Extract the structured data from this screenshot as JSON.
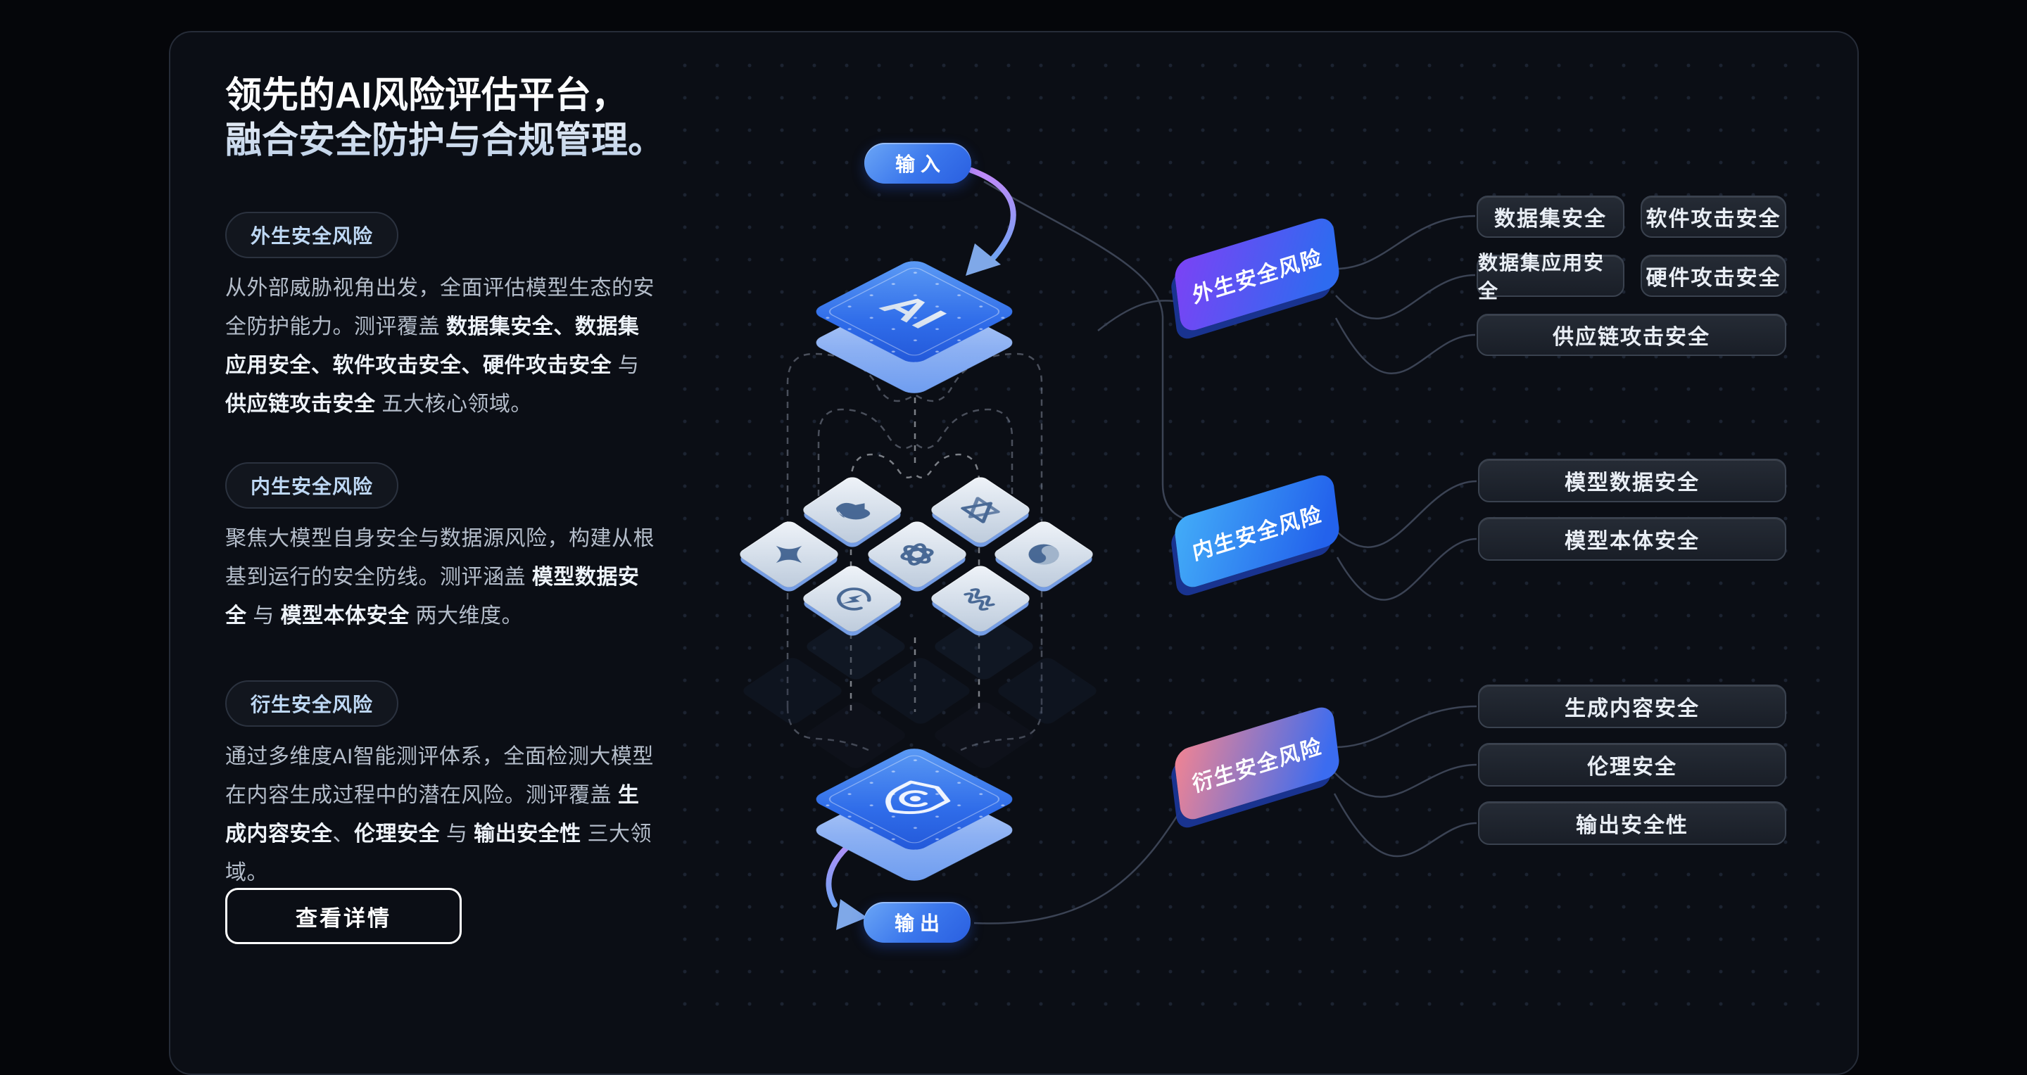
{
  "hero": {
    "title_lines": [
      "领先的AI风险评估平台，",
      "融合安全防护与合规管理。"
    ]
  },
  "sections": [
    {
      "badge": "外生安全风险",
      "runs": [
        {
          "t": "从外部威胁视角出发，全面评估模型生态的安全防护能力。测评覆盖 "
        },
        {
          "t": "数据集安全、数据集应用安全、软件攻击安全、硬件攻击安全",
          "b": true
        },
        {
          "t": " 与 "
        },
        {
          "t": "供应链攻击安全",
          "b": true
        },
        {
          "t": " 五大核心领域。"
        }
      ]
    },
    {
      "badge": "内生安全风险",
      "runs": [
        {
          "t": "聚焦大模型自身安全与数据源风险，构建从根基到运行的安全防线。测评涵盖 "
        },
        {
          "t": "模型数据安全",
          "b": true
        },
        {
          "t": " 与 "
        },
        {
          "t": "模型本体安全",
          "b": true
        },
        {
          "t": " 两大维度。"
        }
      ]
    },
    {
      "badge": "衍生安全风险",
      "runs": [
        {
          "t": "通过多维度AI智能测评体系，全面检测大模型在内容生成过程中的潜在风险。测评覆盖 "
        },
        {
          "t": "生成内容安全",
          "b": true
        },
        {
          "t": "、"
        },
        {
          "t": "伦理安全",
          "b": true
        },
        {
          "t": " 与 "
        },
        {
          "t": "输出安全性",
          "b": true
        },
        {
          "t": " 三大领域。"
        }
      ]
    }
  ],
  "cta": {
    "label": "查看详情"
  },
  "diagram": {
    "input_label": "输入",
    "ai_label": "AI",
    "output_label": "输出",
    "model_logos": [
      "four-point-star",
      "whale",
      "interlocked-triangles",
      "knot",
      "swirl",
      "orbit-bolt",
      "waveform"
    ]
  },
  "risk_groups": [
    {
      "label": "外生安全风险",
      "gradient": [
        "#7c42f5",
        "#2e6bf0"
      ],
      "items": [
        "数据集安全",
        "软件攻击安全",
        "数据集应用安全",
        "硬件攻击安全",
        "供应链攻击安全"
      ]
    },
    {
      "label": "内生安全风险",
      "gradient": [
        "#43adf8",
        "#2362ec"
      ],
      "items": [
        "模型数据安全",
        "模型本体安全"
      ]
    },
    {
      "label": "衍生安全风险",
      "gradient": [
        "#f28492",
        "#3b6cf0"
      ],
      "items": [
        "生成内容安全",
        "伦理安全",
        "输出安全性"
      ]
    }
  ],
  "colors": {
    "page_bg": "#05060a",
    "panel_bg": "#0b0e15",
    "panel_border": "#262c38",
    "accent_blue": "#2e6bf0",
    "arrow_purple": "#c289f8",
    "pill_bg": "#1d222c",
    "badge_text": "#bed8f4"
  }
}
